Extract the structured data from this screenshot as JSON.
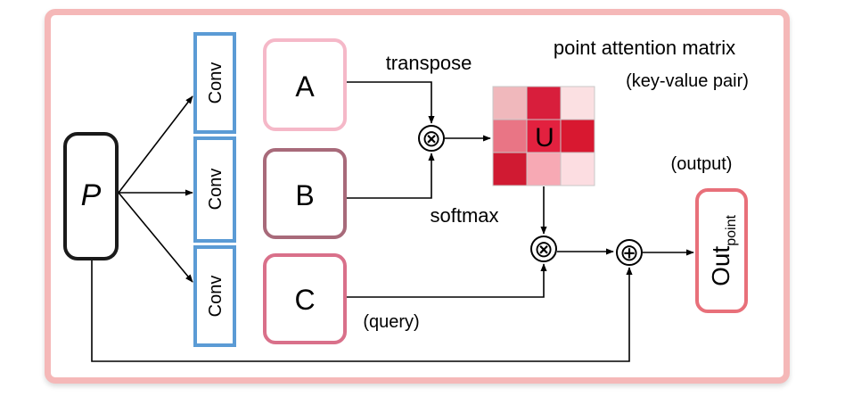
{
  "nodes": {
    "p": "P",
    "conv_top": "Conv",
    "conv_mid": "Conv",
    "conv_bot": "Conv",
    "a": "A",
    "b": "B",
    "c": "C",
    "out_main": "Out",
    "out_sub": "point"
  },
  "labels": {
    "transpose": "transpose",
    "softmax": "softmax",
    "query": "(query)",
    "output": "(output)",
    "matrix_title": "point attention matrix",
    "matrix_subtitle": "(key-value pair)",
    "matrix_center": "U",
    "multiply_symbol": "⊗",
    "add_symbol": "⊕"
  },
  "colors": {
    "frame": "#f5b8b8",
    "conv_border": "#5b9bd5",
    "a_border": "#f5b8c8",
    "b_border": "#a86a7a",
    "c_border": "#d9708a",
    "out_border": "#e8707a",
    "matrix_cells": [
      "#f0b8bc",
      "#d81e3c",
      "#fbe0e2",
      "#e97585",
      "#e2213f",
      "#d81830",
      "#d01a32",
      "#f7a9b4",
      "#fcdde1"
    ]
  }
}
